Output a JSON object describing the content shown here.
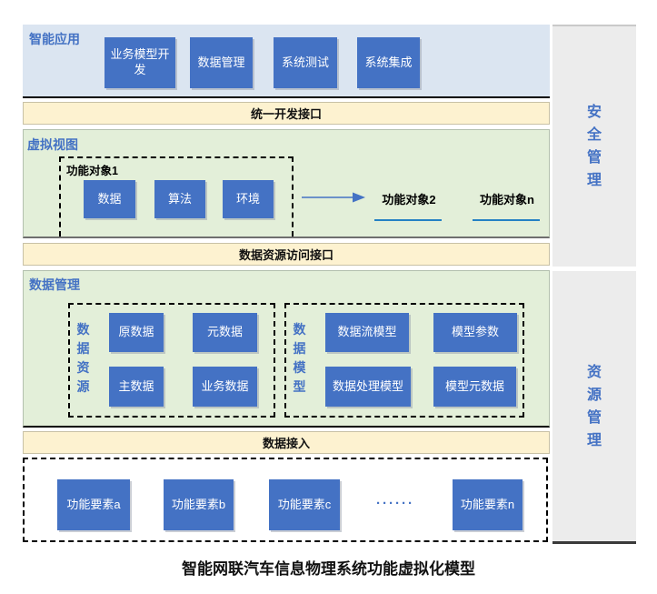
{
  "caption": "智能网联汽车信息物理系统功能虚拟化模型",
  "colors": {
    "accent": "#4472c4",
    "app_bg": "#dbe5f1",
    "section_bg": "#e3efd9",
    "bar_bg": "#fdf2d0",
    "panel_bg": "#ececec",
    "underline": "#2481c4"
  },
  "app": {
    "label": "智能应用",
    "boxes": [
      "业务模型开发",
      "数据管理",
      "系统测试",
      "系统集成"
    ]
  },
  "bars": {
    "dev_interface": "统一开发接口",
    "data_access_interface": "数据资源访问接口",
    "data_ingest": "数据接入"
  },
  "virtual_view": {
    "label": "虚拟视图",
    "object1": {
      "label": "功能对象1",
      "boxes": [
        "数据",
        "算法",
        "环境"
      ]
    },
    "object2": "功能对象2",
    "object_n": "功能对象n"
  },
  "data_management": {
    "label": "数据管理",
    "data_resource": {
      "label": "数据资源",
      "boxes": [
        "原数据",
        "元数据",
        "主数据",
        "业务数据"
      ]
    },
    "data_model": {
      "label": "数据模型",
      "boxes": [
        "数据流模型",
        "模型参数",
        "数据处理模型",
        "模型元数据"
      ]
    }
  },
  "elements": {
    "boxes": [
      "功能要素a",
      "功能要素b",
      "功能要素c"
    ],
    "ellipsis": "······",
    "box_n": "功能要素n"
  },
  "side_panels": {
    "security": "安全管理",
    "resource": "资源管理"
  }
}
